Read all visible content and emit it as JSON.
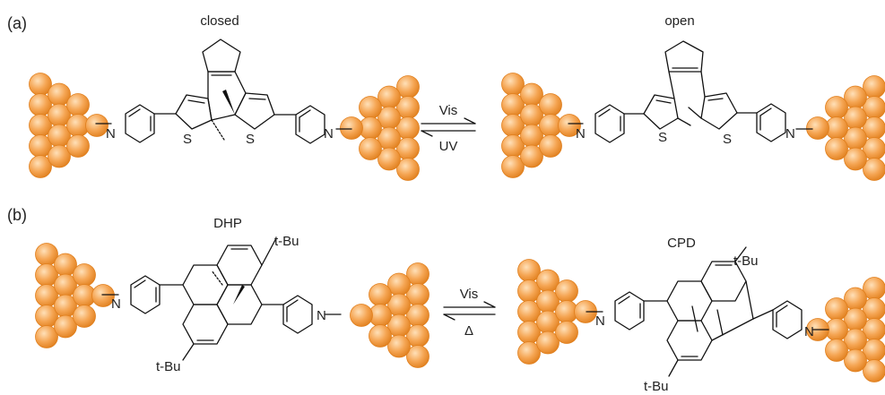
{
  "panels": {
    "a": {
      "label": "(a)",
      "left_title": "closed",
      "right_title": "open",
      "arrow_top": "Vis",
      "arrow_bottom": "UV",
      "atoms": {
        "nitrogen": "N",
        "sulfur": "S"
      }
    },
    "b": {
      "label": "(b)",
      "left_title": "DHP",
      "right_title": "CPD",
      "arrow_top": "Vis",
      "arrow_bottom": "Δ",
      "atoms": {
        "nitrogen": "N",
        "tbu": "t-Bu"
      }
    }
  },
  "colors": {
    "gold_cluster": "#f5a553",
    "gold_cluster_edge": "#e07f1d",
    "bond": "#111111"
  }
}
